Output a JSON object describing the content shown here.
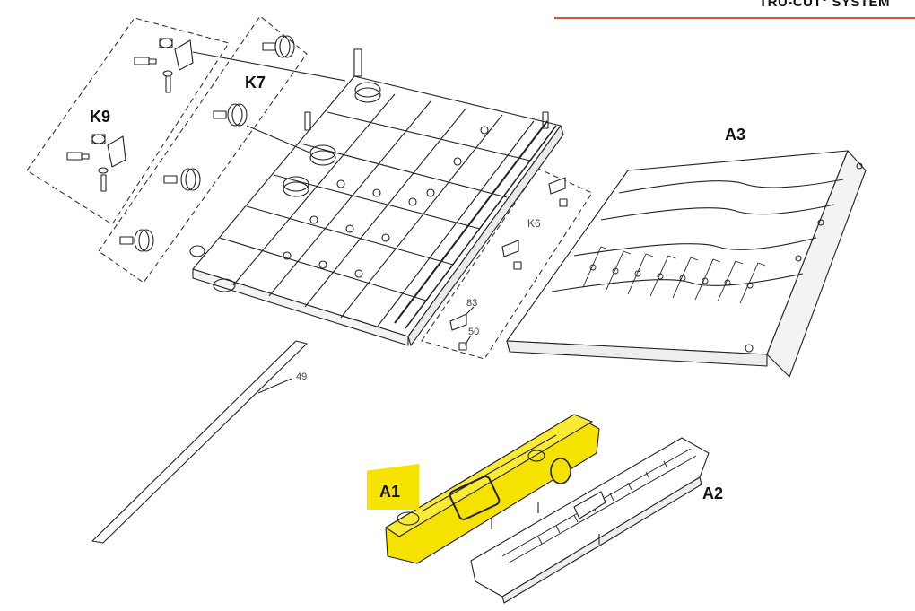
{
  "header": {
    "title": "TRU-CUT° SYSTEM",
    "accent_color": "#e0522a"
  },
  "highlight_color": "#f6e200",
  "callouts": {
    "k9": "K9",
    "k7": "K7",
    "k6": "K6",
    "a3": "A3",
    "a1": "A1",
    "a2": "A2",
    "p83": "83",
    "p50": "50",
    "p49": "49"
  }
}
